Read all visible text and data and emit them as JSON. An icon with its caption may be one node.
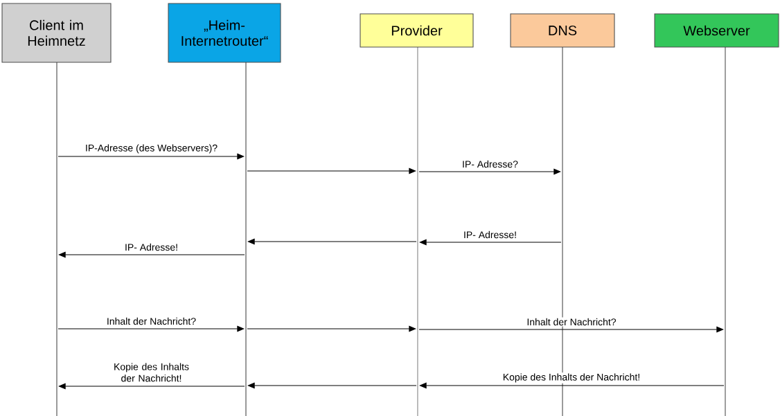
{
  "diagram": {
    "nodes": [
      {
        "text": [
          "Client im Heimnetz"
        ]
      },
      {
        "text": [
          "„Heim-Internetrouter“"
        ]
      },
      {
        "text": [
          "Provider"
        ]
      },
      {
        "text": [
          "DNS"
        ]
      },
      {
        "text": [
          "Webserver"
        ]
      },
      {
        "text": [],
        "shape": "line"
      },
      {
        "text": [],
        "shape": "line"
      },
      {
        "text": [],
        "shape": "line"
      },
      {
        "text": [],
        "shape": "line"
      },
      {
        "text": [],
        "shape": "line"
      }
    ],
    "edges": [
      {
        "from": 5,
        "to": 6,
        "arrow": "to",
        "label": "IP-Adresse (des Webservers)?"
      },
      {
        "from": 6,
        "to": 7,
        "arrow": "to"
      },
      {
        "from": 7,
        "to": 8,
        "arrow": "to",
        "label": "IP- Adresse?"
      },
      {
        "from": 8,
        "to": 7,
        "arrow": "to",
        "label": "IP- Adresse!"
      },
      {
        "from": 7,
        "to": 6,
        "arrow": "to"
      },
      {
        "from": 6,
        "to": 5,
        "arrow": "to",
        "label": "IP- Adresse!"
      },
      {
        "from": 5,
        "to": 6,
        "arrow": "to",
        "label": "Inhalt der Nachricht?"
      },
      {
        "from": 6,
        "to": 7,
        "arrow": "to"
      },
      {
        "from": 7,
        "to": 9,
        "arrow": "to",
        "label": "Inhalt der Nachricht?"
      },
      {
        "from": 9,
        "to": 7,
        "arrow": "to",
        "label": "Kopie des Inhalts der Nachricht!"
      },
      {
        "from": 7,
        "to": 6,
        "arrow": "to"
      },
      {
        "from": 6,
        "to": 5,
        "arrow": "to",
        "label": "Kopie des Inhalts der Nachricht!"
      }
    ]
  }
}
